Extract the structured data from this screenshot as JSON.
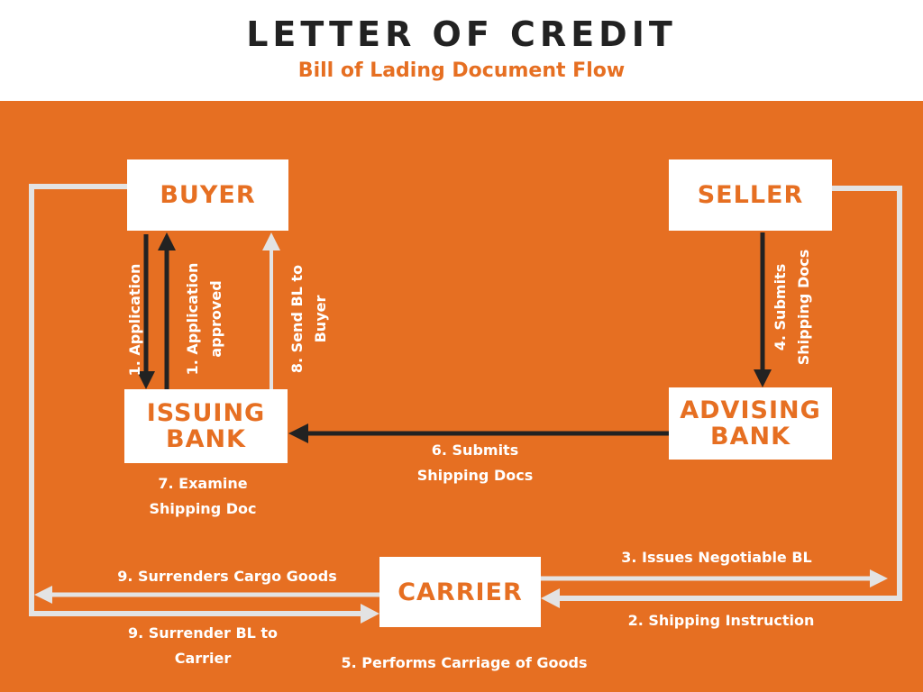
{
  "header": {
    "title": "LETTER OF CREDIT",
    "subtitle": "Bill of Lading Document Flow"
  },
  "colors": {
    "background": "#E66F22",
    "accent": "#E66F22",
    "title": "#222222",
    "dark_arrow": "#222222",
    "light_arrow": "#E3E3E3",
    "node_fill": "#FFFFFF"
  },
  "nodes": {
    "buyer": "BUYER",
    "seller": "SELLER",
    "issuing_bank": "ISSUING\nBANK",
    "advising_bank": "ADVISING\nBANK",
    "carrier": "CARRIER"
  },
  "steps": {
    "application": "1. Application",
    "application_approved": "1. Application\napproved",
    "send_bl_to_buyer": "8. Send BL to\nBuyer",
    "submits_shipping_docs_seller": "4. Submits\nShipping Docs",
    "submits_shipping_docs_bank": "6. Submits\nShipping Docs",
    "examine_shipping_doc": "7. Examine\nShipping Doc",
    "surrenders_cargo_goods": "9. Surrenders Cargo Goods",
    "surrender_bl_to_carrier": "9. Surrender BL to\nCarrier",
    "issues_negotiable_bl": "3. Issues Negotiable BL",
    "shipping_instruction": "2. Shipping Instruction",
    "performs_carriage": "5. Performs Carriage of Goods"
  }
}
